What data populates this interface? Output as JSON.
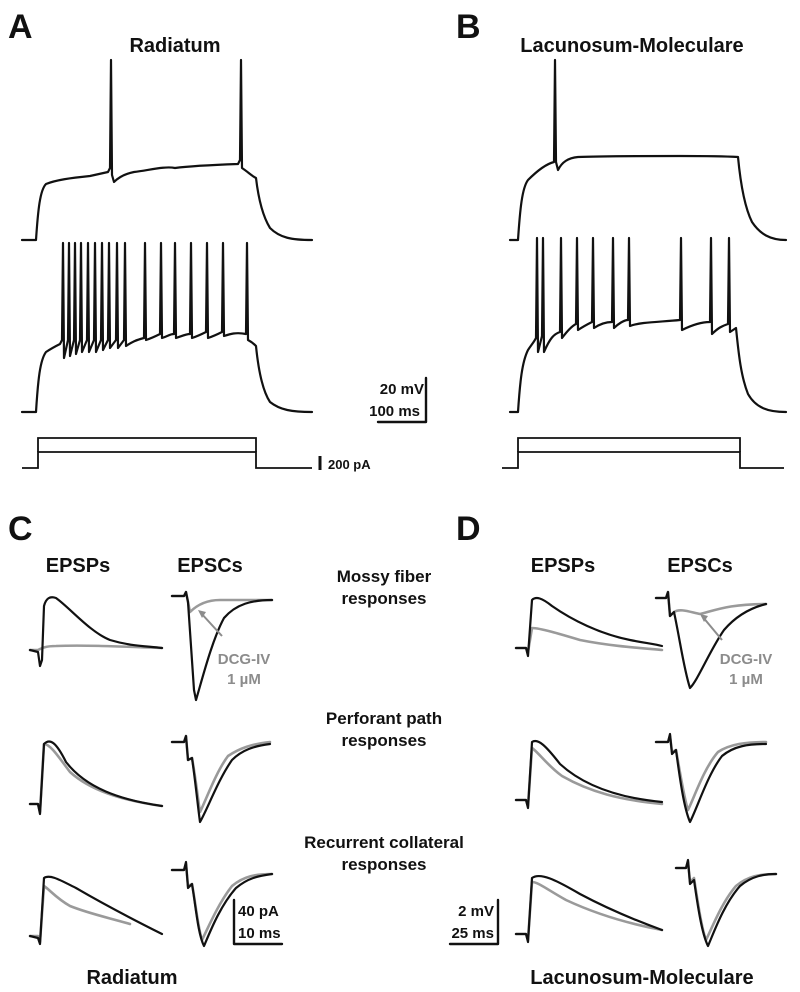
{
  "panels": {
    "A": {
      "letter": "A",
      "title": "Radiatum"
    },
    "B": {
      "letter": "B",
      "title": "Lacunosum-Moleculare"
    },
    "C": {
      "letter": "C"
    },
    "D": {
      "letter": "D"
    }
  },
  "scale_top": {
    "voltage": "20 mV",
    "time": "100 ms",
    "current": "200 pA"
  },
  "columns": {
    "epsps": "EPSPs",
    "epscs": "EPSCs"
  },
  "rows": {
    "mossy": {
      "line1": "Mossy fiber",
      "line2": "responses"
    },
    "perforant": {
      "line1": "Perforant path",
      "line2": "responses"
    },
    "recurrent": {
      "line1": "Recurrent collateral",
      "line2": "responses"
    }
  },
  "drug": {
    "name": "DCG-IV",
    "dose": "1 µM"
  },
  "scale_c": {
    "current": "40 pA",
    "time": "10 ms"
  },
  "scale_d": {
    "voltage": "2 mV",
    "time": "25 ms"
  },
  "bottom_labels": {
    "c": "Radiatum",
    "d": "Lacunosum-Moleculare"
  },
  "colors": {
    "trace": "#111111",
    "drug_trace": "#9a9a9a"
  }
}
